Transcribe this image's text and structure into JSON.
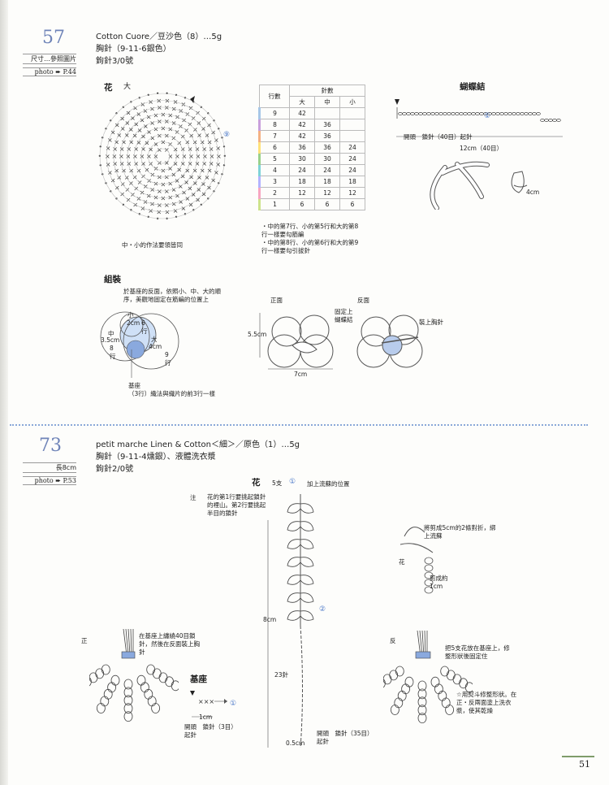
{
  "page_number": "51",
  "section57": {
    "number": "57",
    "size_ref": "尺寸…參照圖片",
    "photo_ref": "photo ➨ P.44",
    "materials": [
      "Cotton Cuore／豆沙色（8）…5g",
      "胸針（9-11-6銀色）",
      "鉤針3/0號"
    ],
    "flower_title": "花",
    "flower_sub": "大",
    "flower_marker": "⑨",
    "flower_note": "中・小的作法要領皆同",
    "table": {
      "header_rows": "行數",
      "header_stitches": "針數",
      "cols": [
        "大",
        "中",
        "小"
      ],
      "rows": [
        [
          "9",
          "42",
          "",
          ""
        ],
        [
          "8",
          "42",
          "36",
          ""
        ],
        [
          "7",
          "42",
          "36",
          ""
        ],
        [
          "6",
          "36",
          "36",
          "24"
        ],
        [
          "5",
          "30",
          "30",
          "24"
        ],
        [
          "4",
          "24",
          "24",
          "24"
        ],
        [
          "3",
          "18",
          "18",
          "18"
        ],
        [
          "2",
          "12",
          "12",
          "12"
        ],
        [
          "1",
          "6",
          "6",
          "6"
        ]
      ],
      "colors": [
        "#a7c7e7",
        "#c9a0dc",
        "#f4b183",
        "#ffe27a",
        "#9ad18b",
        "#7fd3d8",
        "#b3b3ff",
        "#f7a6c1",
        "#cde38b"
      ]
    },
    "table_notes": [
      "・中的第7行、小的第5行和大的第8行一樣要勾筋編",
      "・中的第8行、小的第6行和大的第9行一樣要勾引拔針"
    ],
    "bow_title": "蝴蝶結",
    "bow_start_label": "開頭　鎖針（40目）起針",
    "bow_marker": "①",
    "bow_width": "12cm（40目）",
    "bow_4cm": "4cm",
    "assembly_title": "組裝",
    "assembly_text": "於基座的反面，依照小、中、大的順序，美觀地固定在筋編的位置上",
    "asm_small": "小",
    "asm_small_size": "2cm",
    "asm_small_row": "6行",
    "asm_mid": "中",
    "asm_mid_size": "3.5cm",
    "asm_mid_row": "8行",
    "asm_big": "大",
    "asm_big_size": "4cm",
    "asm_big_row": "9行",
    "asm_base_label": "基座",
    "asm_base_note": "（3行）織法與織片的前3行一樣",
    "front_label": "正面",
    "back_label": "反面",
    "fix_bow_label": "固定上蝴蝶結",
    "brooch_label": "裝上胸針",
    "height_label": "5.5cm",
    "width_label": "7cm"
  },
  "section73": {
    "number": "73",
    "size_ref": "長8cm",
    "photo_ref": "photo ➨ P.53",
    "materials": [
      "petit marche Linen & Cotton＜細＞／原色（1）…5g",
      "胸針（9-11-4燻銀）、液體洗衣漿",
      "鉤針2/0號"
    ],
    "flower_title": "花",
    "five_pieces": "5支",
    "add_fringe": "加上流蘇的位置",
    "note_mark": "注",
    "flower_note": "花的第1行要挑起鎖針的裡山。第2行要挑起半目的鎖針",
    "marker1": "①",
    "marker2": "②",
    "len8": "8cm",
    "st23": "23針",
    "len05": "0.5cm",
    "start_chain": "開頭　鎖針（35目）起針",
    "fringe_text": "將剪成5cm的2條對折，綁上流蘇",
    "hua": "花",
    "cut_text": "剪成約1cm",
    "front_mark": "正",
    "front_text": "在基座上纏繞40目鎖針，然後在反面裝上胸針",
    "back_mark": "反",
    "back_text": "把5支花放在基座上，修整形狀後固定住",
    "finish_text": "☆用熨斗修整形狀。在正・反兩面塗上洗衣漿，使其乾燥",
    "base_title": "基座",
    "base_cm": "1cm",
    "base_start": "開頭　鎖針（3目）起針"
  }
}
